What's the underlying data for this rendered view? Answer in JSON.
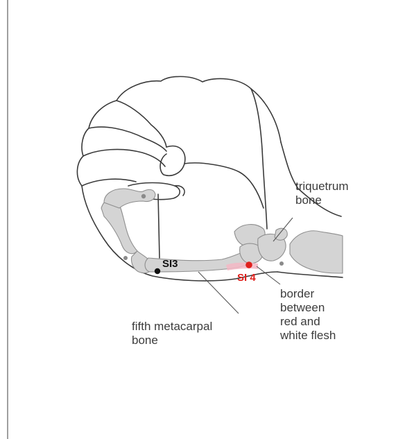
{
  "labels": {
    "triquetrum": [
      "triquetrum",
      "bone"
    ],
    "metacarpal": [
      "fifth metacarpal",
      "bone"
    ],
    "border": [
      "border",
      "between",
      "red and",
      "white flesh"
    ]
  },
  "points": {
    "si3": {
      "label": "SI3",
      "color": "#111111"
    },
    "si4": {
      "label": "SI 4",
      "color": "#e0201c"
    }
  },
  "colors": {
    "outline": "#3a3a3a",
    "bone_fill": "#d4d4d4",
    "bone_stroke": "#8e8e8e",
    "highlight": "#f3b7c4",
    "label_text": "#3c3c3c"
  }
}
